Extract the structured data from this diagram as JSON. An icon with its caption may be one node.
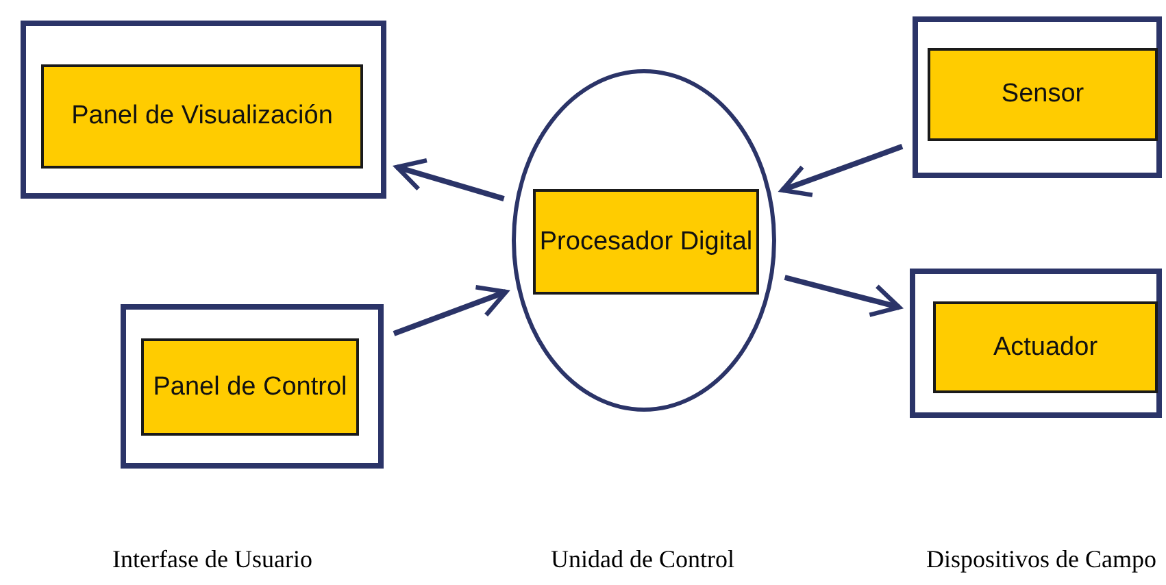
{
  "diagram": {
    "nodes": [
      {
        "text": [],
        "shape": "box"
      },
      {
        "text": [
          "Panel de Visualización"
        ],
        "in": 0
      },
      {
        "text": [],
        "shape": "box"
      },
      {
        "text": [
          "Panel de Control"
        ],
        "in": 2
      },
      {
        "text": [],
        "shape": "circle"
      },
      {
        "text": [
          "Procesador Digital"
        ],
        "in": 4
      },
      {
        "text": [],
        "shape": "box"
      },
      {
        "text": [
          "Sensor"
        ],
        "in": 6
      },
      {
        "text": [],
        "shape": "box"
      },
      {
        "text": [
          "Actuador"
        ],
        "in": 8
      }
    ],
    "edges": [
      {
        "from": 4,
        "to": 0,
        "arrow": "to"
      },
      {
        "from": 2,
        "to": 4,
        "arrow": "to"
      },
      {
        "from": 6,
        "to": 4,
        "arrow": "to"
      },
      {
        "from": 4,
        "to": 8,
        "arrow": "to"
      }
    ],
    "labels": [
      "Interfase de Usuario",
      "Unidad de Control",
      "Dispositivos de Campo"
    ]
  }
}
